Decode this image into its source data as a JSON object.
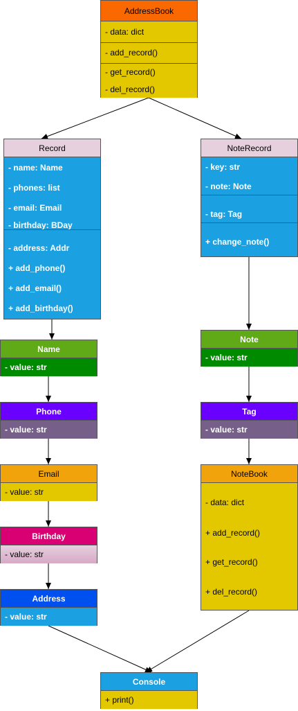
{
  "address_book": {
    "title": "AddressBook",
    "rows": [
      "- data: dict",
      "- add_record()",
      "- get_record()",
      "- del_record()"
    ]
  },
  "record": {
    "title": "Record",
    "rows": [
      "- name: Name",
      "- phones: list",
      "- email: Email",
      "- birthday: BDay",
      "- address: Addr",
      "+ add_phone()",
      "+ add_email()",
      "+ add_birthday()"
    ]
  },
  "note_record": {
    "title": "NoteRecord",
    "rows": [
      "- key: str",
      "- note: Note",
      "- tag: Tag",
      "+ change_note()"
    ]
  },
  "name": {
    "title": "Name",
    "rows": [
      "- value: str"
    ]
  },
  "phone": {
    "title": "Phone",
    "rows": [
      "- value: str"
    ]
  },
  "email": {
    "title": "Email",
    "rows": [
      "- value: str"
    ]
  },
  "birthday": {
    "title": "Birthday",
    "rows": [
      "- value: str"
    ]
  },
  "address": {
    "title": "Address",
    "rows": [
      "- value: str"
    ]
  },
  "note": {
    "title": "Note",
    "rows": [
      "- value: str"
    ]
  },
  "tag": {
    "title": "Tag",
    "rows": [
      "- value: str"
    ]
  },
  "note_book": {
    "title": "NoteBook",
    "rows": [
      "- data: dict",
      "+ add_record()",
      "+ get_record()",
      "+ del_record()"
    ]
  },
  "console": {
    "title": "Console",
    "rows": [
      "+ print()"
    ]
  },
  "colors": {
    "orange_header": "#fa6800",
    "yellow_body": "#e3c800",
    "pink_header": "#e6d0de",
    "blue_body": "#1ba1e2",
    "green_header": "#60a917",
    "green_body": "#008a00",
    "purple_header": "#6a00ff",
    "purple_body": "#76608a",
    "amber_header": "#f0a30a",
    "magenta_header": "#d80073",
    "cobalt_header": "#0050ef"
  }
}
